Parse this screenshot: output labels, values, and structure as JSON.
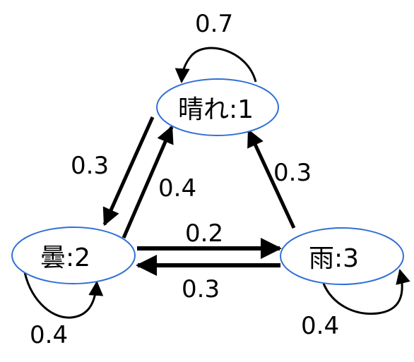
{
  "nodes": {
    "sunny": {
      "label": "晴れ:1"
    },
    "cloudy": {
      "label": "曇:2"
    },
    "rainy": {
      "label": "雨:3"
    }
  },
  "edges": {
    "sunny_self": {
      "label": "0.7"
    },
    "sunny_to_cloudy": {
      "label": "0.3"
    },
    "cloudy_to_sunny": {
      "label": "0.4"
    },
    "rainy_to_sunny": {
      "label": "0.3"
    },
    "cloudy_to_rainy": {
      "label": "0.2"
    },
    "rainy_to_cloudy": {
      "label": "0.3"
    },
    "cloudy_self": {
      "label": "0.4"
    },
    "rainy_self": {
      "label": "0.4"
    }
  },
  "colors": {
    "node_outline": "#2f6fd6",
    "edge": "#000000"
  }
}
